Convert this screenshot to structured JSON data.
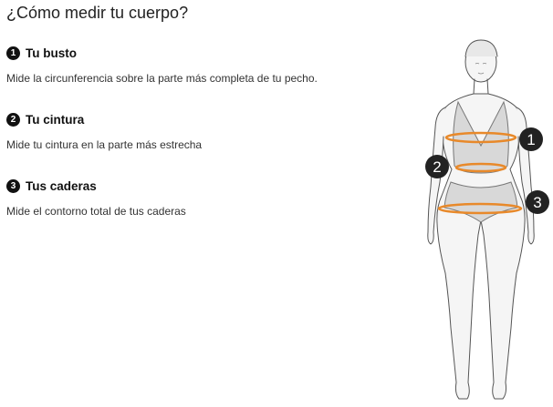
{
  "title": "¿Cómo medir tu cuerpo?",
  "steps": [
    {
      "number": "1",
      "title": "Tu busto",
      "description": "Mide la circunferencia sobre la parte más completa de tu pecho."
    },
    {
      "number": "2",
      "title": "Tu cintura",
      "description": "Mide tu cintura en la parte más estrecha"
    },
    {
      "number": "3",
      "title": "Tus caderas",
      "description": "Mide el contorno total de tus caderas"
    }
  ],
  "figure": {
    "markers": [
      "1",
      "2",
      "3"
    ],
    "measure_color": "#e8892a",
    "marker_color": "#222222"
  }
}
